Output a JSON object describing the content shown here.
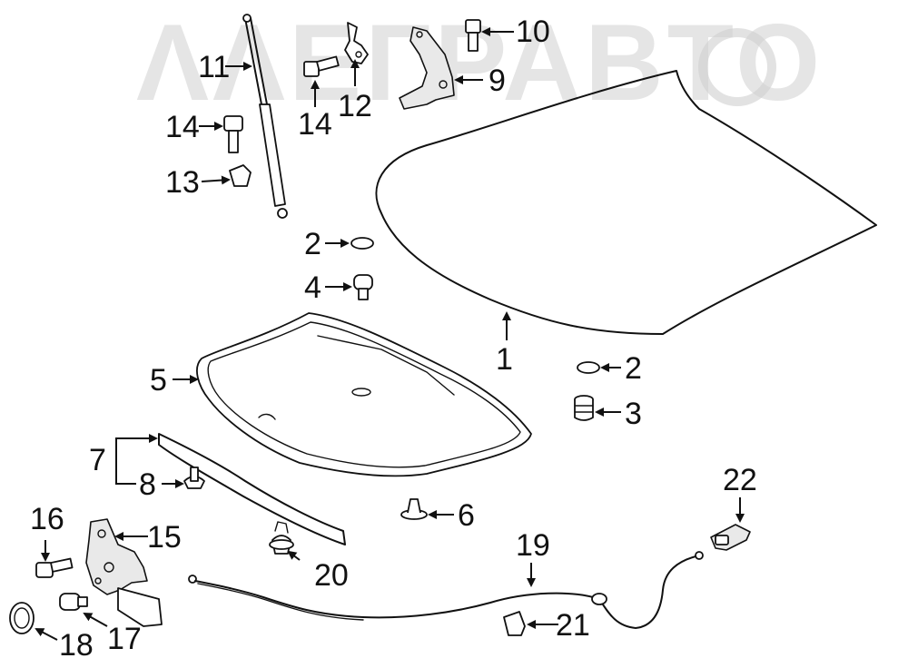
{
  "watermark": {
    "text": "ΛΛΕΓΡΑΒΤΟ",
    "colour": "#cfcfcf"
  },
  "callouts": [
    "1",
    "2",
    "2",
    "3",
    "4",
    "5",
    "6",
    "7",
    "8",
    "9",
    "10",
    "11",
    "12",
    "13",
    "14",
    "14",
    "15",
    "16",
    "17",
    "18",
    "19",
    "20",
    "21",
    "22"
  ],
  "parts": [
    {
      "id": "1",
      "icon": "hood-panel-icon"
    },
    {
      "id": "2",
      "icon": "grommet-icon"
    },
    {
      "id": "3",
      "icon": "hood-bumper-icon"
    },
    {
      "id": "4",
      "icon": "stopper-icon"
    },
    {
      "id": "5",
      "icon": "hood-insulator-icon"
    },
    {
      "id": "6",
      "icon": "clip-icon"
    },
    {
      "id": "7",
      "icon": "hood-seal-icon"
    },
    {
      "id": "8",
      "icon": "retainer-icon"
    },
    {
      "id": "9",
      "icon": "hood-hinge-icon"
    },
    {
      "id": "10",
      "icon": "bolt-icon"
    },
    {
      "id": "11",
      "icon": "support-strut-icon"
    },
    {
      "id": "12",
      "icon": "bracket-icon"
    },
    {
      "id": "13",
      "icon": "clip-icon"
    },
    {
      "id": "14",
      "icon": "bolt-icon"
    },
    {
      "id": "15",
      "icon": "hood-latch-icon"
    },
    {
      "id": "16",
      "icon": "bolt-icon"
    },
    {
      "id": "17",
      "icon": "bumper-icon"
    },
    {
      "id": "18",
      "icon": "cap-icon"
    },
    {
      "id": "19",
      "icon": "release-cable-icon"
    },
    {
      "id": "20",
      "icon": "clip-icon"
    },
    {
      "id": "21",
      "icon": "clip-icon"
    },
    {
      "id": "22",
      "icon": "release-handle-icon"
    }
  ]
}
